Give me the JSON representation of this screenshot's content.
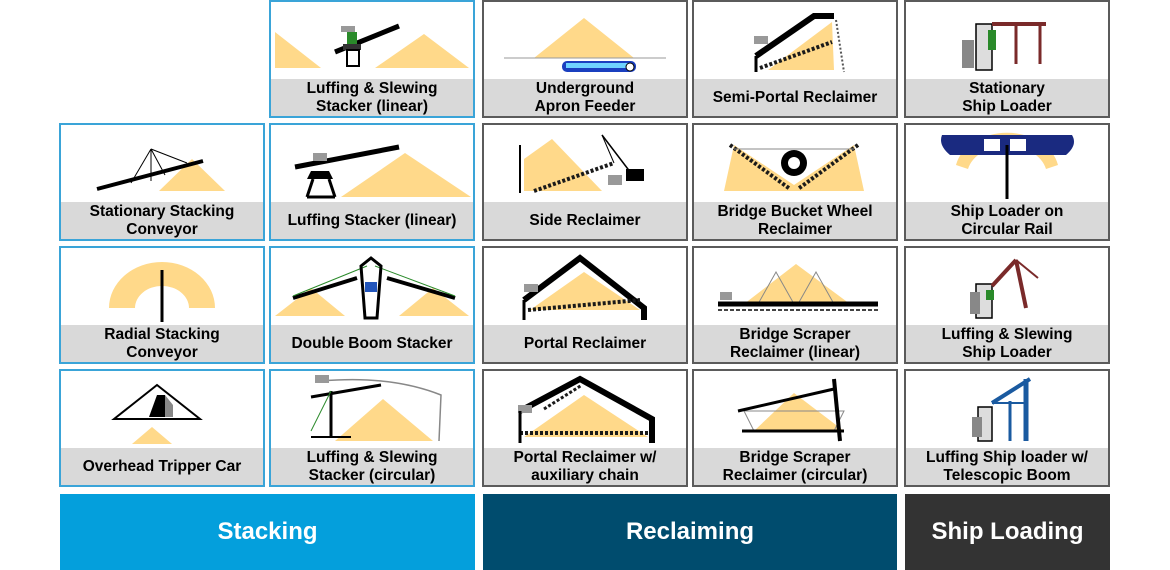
{
  "colors": {
    "stacking": "#049fdc",
    "reclaiming": "#004c6e",
    "ship_loading": "#333333",
    "pile": "#ffd98a",
    "label_bg": "#d9d9d9"
  },
  "categories": {
    "stacking": "Stacking",
    "reclaiming": "Reclaiming",
    "ship_loading": "Ship Loading"
  },
  "stacking": {
    "luffing_slewing_stacker_linear": "Luffing & Slewing\nStacker (linear)",
    "stationary_stacking_conveyor": "Stationary Stacking\nConveyor",
    "luffing_stacker_linear": "Luffing Stacker (linear)",
    "radial_stacking_conveyor": "Radial Stacking\nConveyor",
    "double_boom_stacker": "Double Boom Stacker",
    "overhead_tripper_car": "Overhead Tripper Car",
    "luffing_slewing_stacker_circular": "Luffing & Slewing\nStacker (circular)"
  },
  "reclaiming": {
    "underground_apron_feeder": "Underground\nApron Feeder",
    "semi_portal_reclaimer": "Semi-Portal Reclaimer",
    "side_reclaimer": "Side Reclaimer",
    "bridge_bucket_wheel_reclaimer": "Bridge Bucket Wheel\nReclaimer",
    "portal_reclaimer": "Portal Reclaimer",
    "bridge_scraper_reclaimer_linear": "Bridge Scraper\nReclaimer (linear)",
    "portal_reclaimer_aux_chain": "Portal Reclaimer w/\nauxiliary chain",
    "bridge_scraper_reclaimer_circular": "Bridge Scraper\nReclaimer (circular)"
  },
  "ship_loading": {
    "stationary_ship_loader": "Stationary\nShip Loader",
    "ship_loader_circular_rail": "Ship Loader on\nCircular Rail",
    "luffing_slewing_ship_loader": "Luffing & Slewing\nShip Loader",
    "luffing_ship_loader_telescopic": "Luffing Ship loader w/\nTelescopic Boom"
  }
}
